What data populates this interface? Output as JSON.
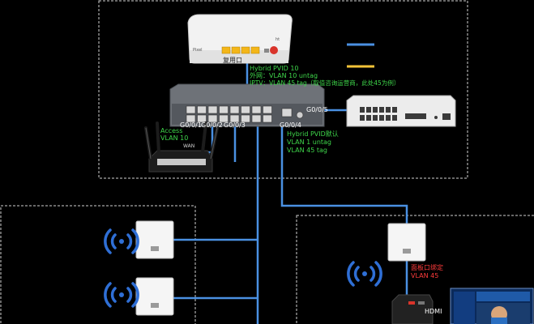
{
  "colors": {
    "background": "#000000",
    "border": "#e6e6e6",
    "cable_blue": "#4a90e2",
    "cable_yellow": "#f3c338",
    "label_green": "#3ed64a",
    "label_red": "#ff3b3b",
    "wifi_blue": "#2f6fd6"
  },
  "legend": {},
  "onu": {
    "port_label": "复用口",
    "brand": "Pixel",
    "model": "ht"
  },
  "switch_main": {
    "ports": {
      "p1": "G0/0/1",
      "p2": "G0/0/2",
      "p3": "G0/0/3",
      "p4": "G0/0/4",
      "p5": "G0/0/5"
    },
    "wan_config": {
      "line1": "Hybrid PVID 10",
      "line2": "外网：VLAN 10 untag",
      "line3": "IPTV：VLAN 45 tag（取值咨询运营商，此处45为例）"
    },
    "downlink_config": {
      "line1": "Hybrid PVID默认",
      "line2": "VLAN 1 untag",
      "line3": "VLAN 45 tag"
    }
  },
  "router": {
    "access_line1": "Access",
    "access_line2": "VLAN 10",
    "wan_label": "WAN"
  },
  "panel_iptv": {
    "line1": "面板口绑定",
    "line2": "VLAN 45"
  },
  "settop": {
    "hdmi_label": "HDMI"
  },
  "icons": [
    "wifi-icon",
    "wifi-icon",
    "wifi-icon"
  ]
}
